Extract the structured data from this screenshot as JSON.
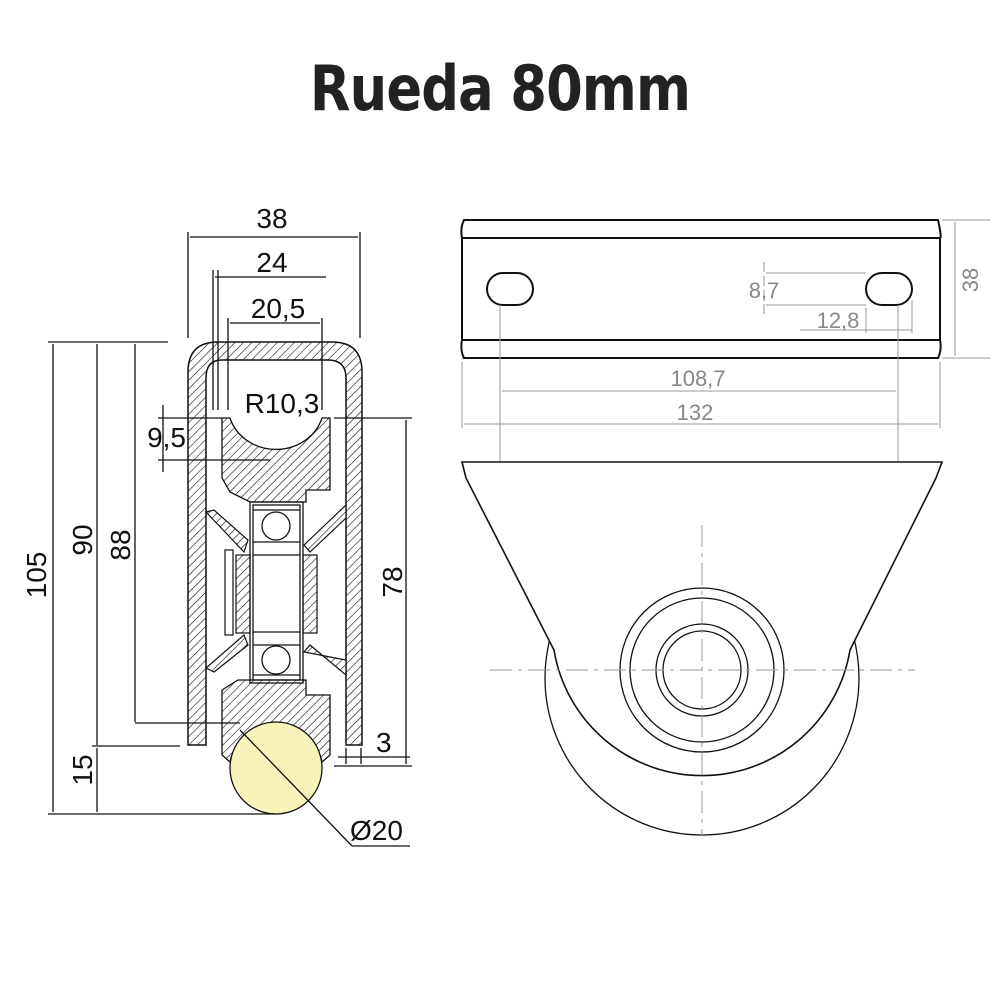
{
  "title": "Rueda 80mm",
  "colors": {
    "line": "#111111",
    "secondary_dim": "#888888",
    "hatch_fill": "#ffffff",
    "roller_fill": "#f7f3b9"
  },
  "side_view": {
    "dims": {
      "width_outer": "38",
      "width_mid": "24",
      "width_inner": "20,5",
      "groove_radius": "R10,3",
      "groove_depth": "9,5",
      "height_total": "105",
      "height_90": "90",
      "height_88": "88",
      "height_15": "15",
      "wheel_height": "78",
      "wall": "3",
      "rod_diameter": "Ø20"
    }
  },
  "top_view": {
    "dims": {
      "slot_height": "8,7",
      "slot_length": "12,8",
      "hole_spacing": "108,7",
      "plate_length": "132",
      "plate_width": "38"
    }
  }
}
